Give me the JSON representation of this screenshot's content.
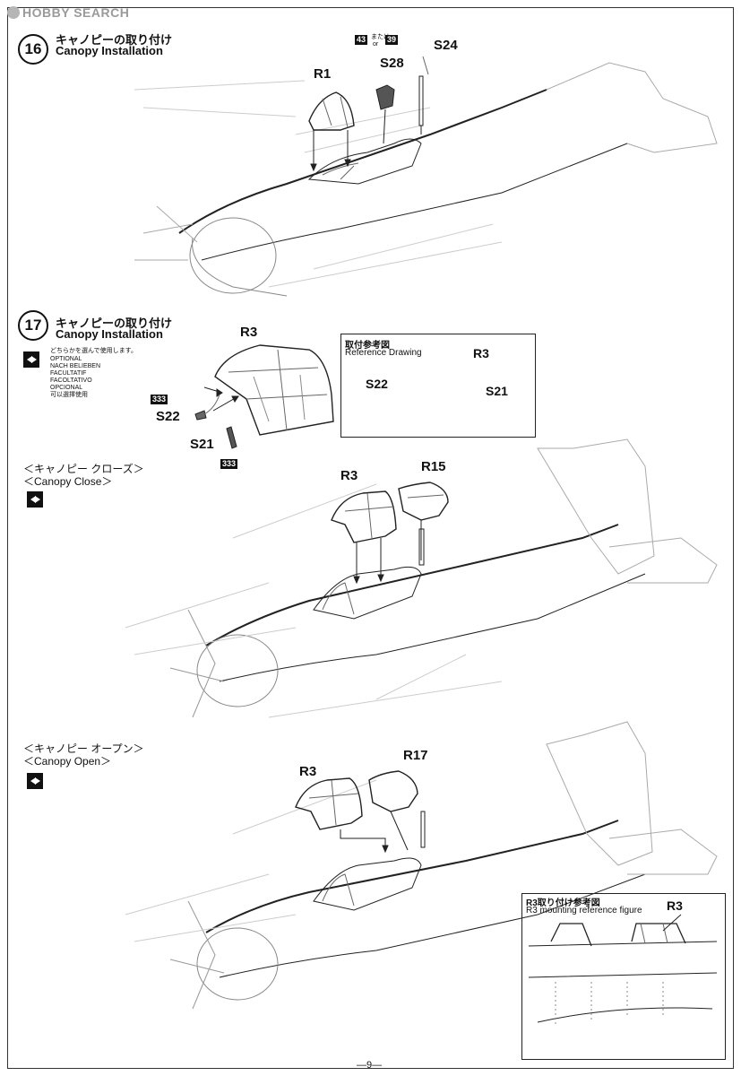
{
  "watermark": "HOBBY SEARCH",
  "steps": [
    {
      "number": "16",
      "title_jp": "キャノピーの取り付け",
      "title_en": "Canopy Installation"
    },
    {
      "number": "17",
      "title_jp": "キャノピーの取り付け",
      "title_en": "Canopy Installation"
    }
  ],
  "step16_parts": {
    "r1": "R1",
    "s28": "S28",
    "s24": "S24",
    "paint_a": "43",
    "paint_or_jp": "または",
    "paint_or_en": "or",
    "paint_b": "39"
  },
  "optional_note": [
    "どちらかを選んで使用します。",
    "OPTIONAL",
    "NACH BELIEBEN",
    "FACULTATIF",
    "FACOLTATIVO",
    "OPCIONAL",
    "可以選擇使用"
  ],
  "step17_parts": {
    "r3": "R3",
    "s22": "S22",
    "s21": "S21",
    "paint_s22": "333",
    "paint_s21": "333"
  },
  "reference_drawing": {
    "title_jp": "取付参考図",
    "title_en": "Reference Drawing",
    "r3": "R3",
    "s22": "S22",
    "s21": "S21"
  },
  "canopy_close": {
    "title_jp": "＜キャノピー クローズ＞",
    "title_en": "＜Canopy Close＞",
    "r3": "R3",
    "r15": "R15"
  },
  "canopy_open": {
    "title_jp": "＜キャノピー オープン＞",
    "title_en": "＜Canopy Open＞",
    "r3": "R3",
    "r17": "R17"
  },
  "r3_mount_ref": {
    "title_jp": "R3取り付け参考図",
    "title_en": "R3 mounting reference figure",
    "r3": "R3"
  },
  "page": "—9—"
}
